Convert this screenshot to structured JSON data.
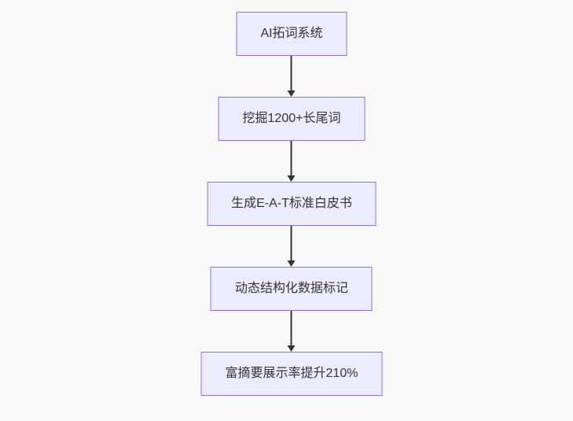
{
  "page": {
    "background_color": "#f9f9f9"
  },
  "chart_data": {
    "type": "flowchart",
    "direction": "top-down",
    "node_fill_color": "#ECECFF",
    "node_border_color": "#9370DB",
    "node_text_color": "#333333",
    "arrow_color": "#333333",
    "nodes": [
      {
        "id": "n1",
        "label": "AI拓词系统"
      },
      {
        "id": "n2",
        "label": "挖掘1200+长尾词"
      },
      {
        "id": "n3",
        "label": "生成E-A-T标准白皮书"
      },
      {
        "id": "n4",
        "label": "动态结构化数据标记"
      },
      {
        "id": "n5",
        "label": "富摘要展示率提升210%"
      }
    ],
    "edges": [
      {
        "from": "n1",
        "to": "n2"
      },
      {
        "from": "n2",
        "to": "n3"
      },
      {
        "from": "n3",
        "to": "n4"
      },
      {
        "from": "n4",
        "to": "n5"
      }
    ]
  }
}
